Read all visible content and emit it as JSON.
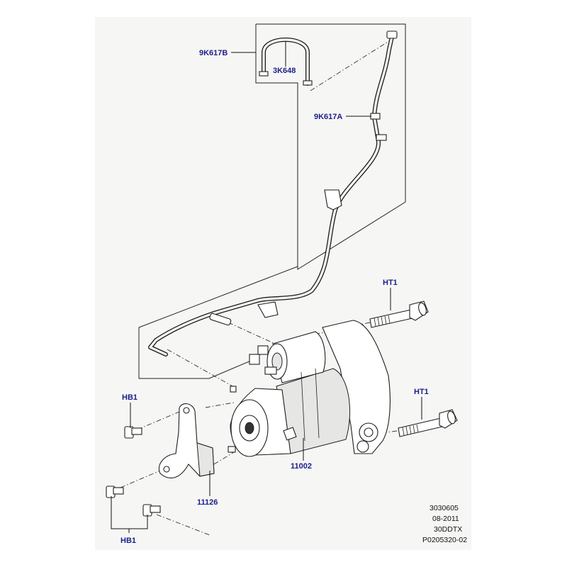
{
  "callouts": {
    "hose_assembly_b": "9K617B",
    "hose_loop": "3K648",
    "hose_assembly_a": "9K617A",
    "bolt_upper": "HT1",
    "bolt_lower": "HT1",
    "bolt_small_upper": "HB1",
    "bolt_small_lower": "HB1",
    "starter_motor": "11002",
    "bracket": "11126"
  },
  "footer": {
    "line1": "3030605",
    "line2": "08-2011",
    "line3": "30DDTX",
    "line4": "P0205320-02"
  },
  "colors": {
    "callout_text": "#1d1d8c",
    "panel_background": "#f6f6f4",
    "linework": "#1e1e1e"
  }
}
